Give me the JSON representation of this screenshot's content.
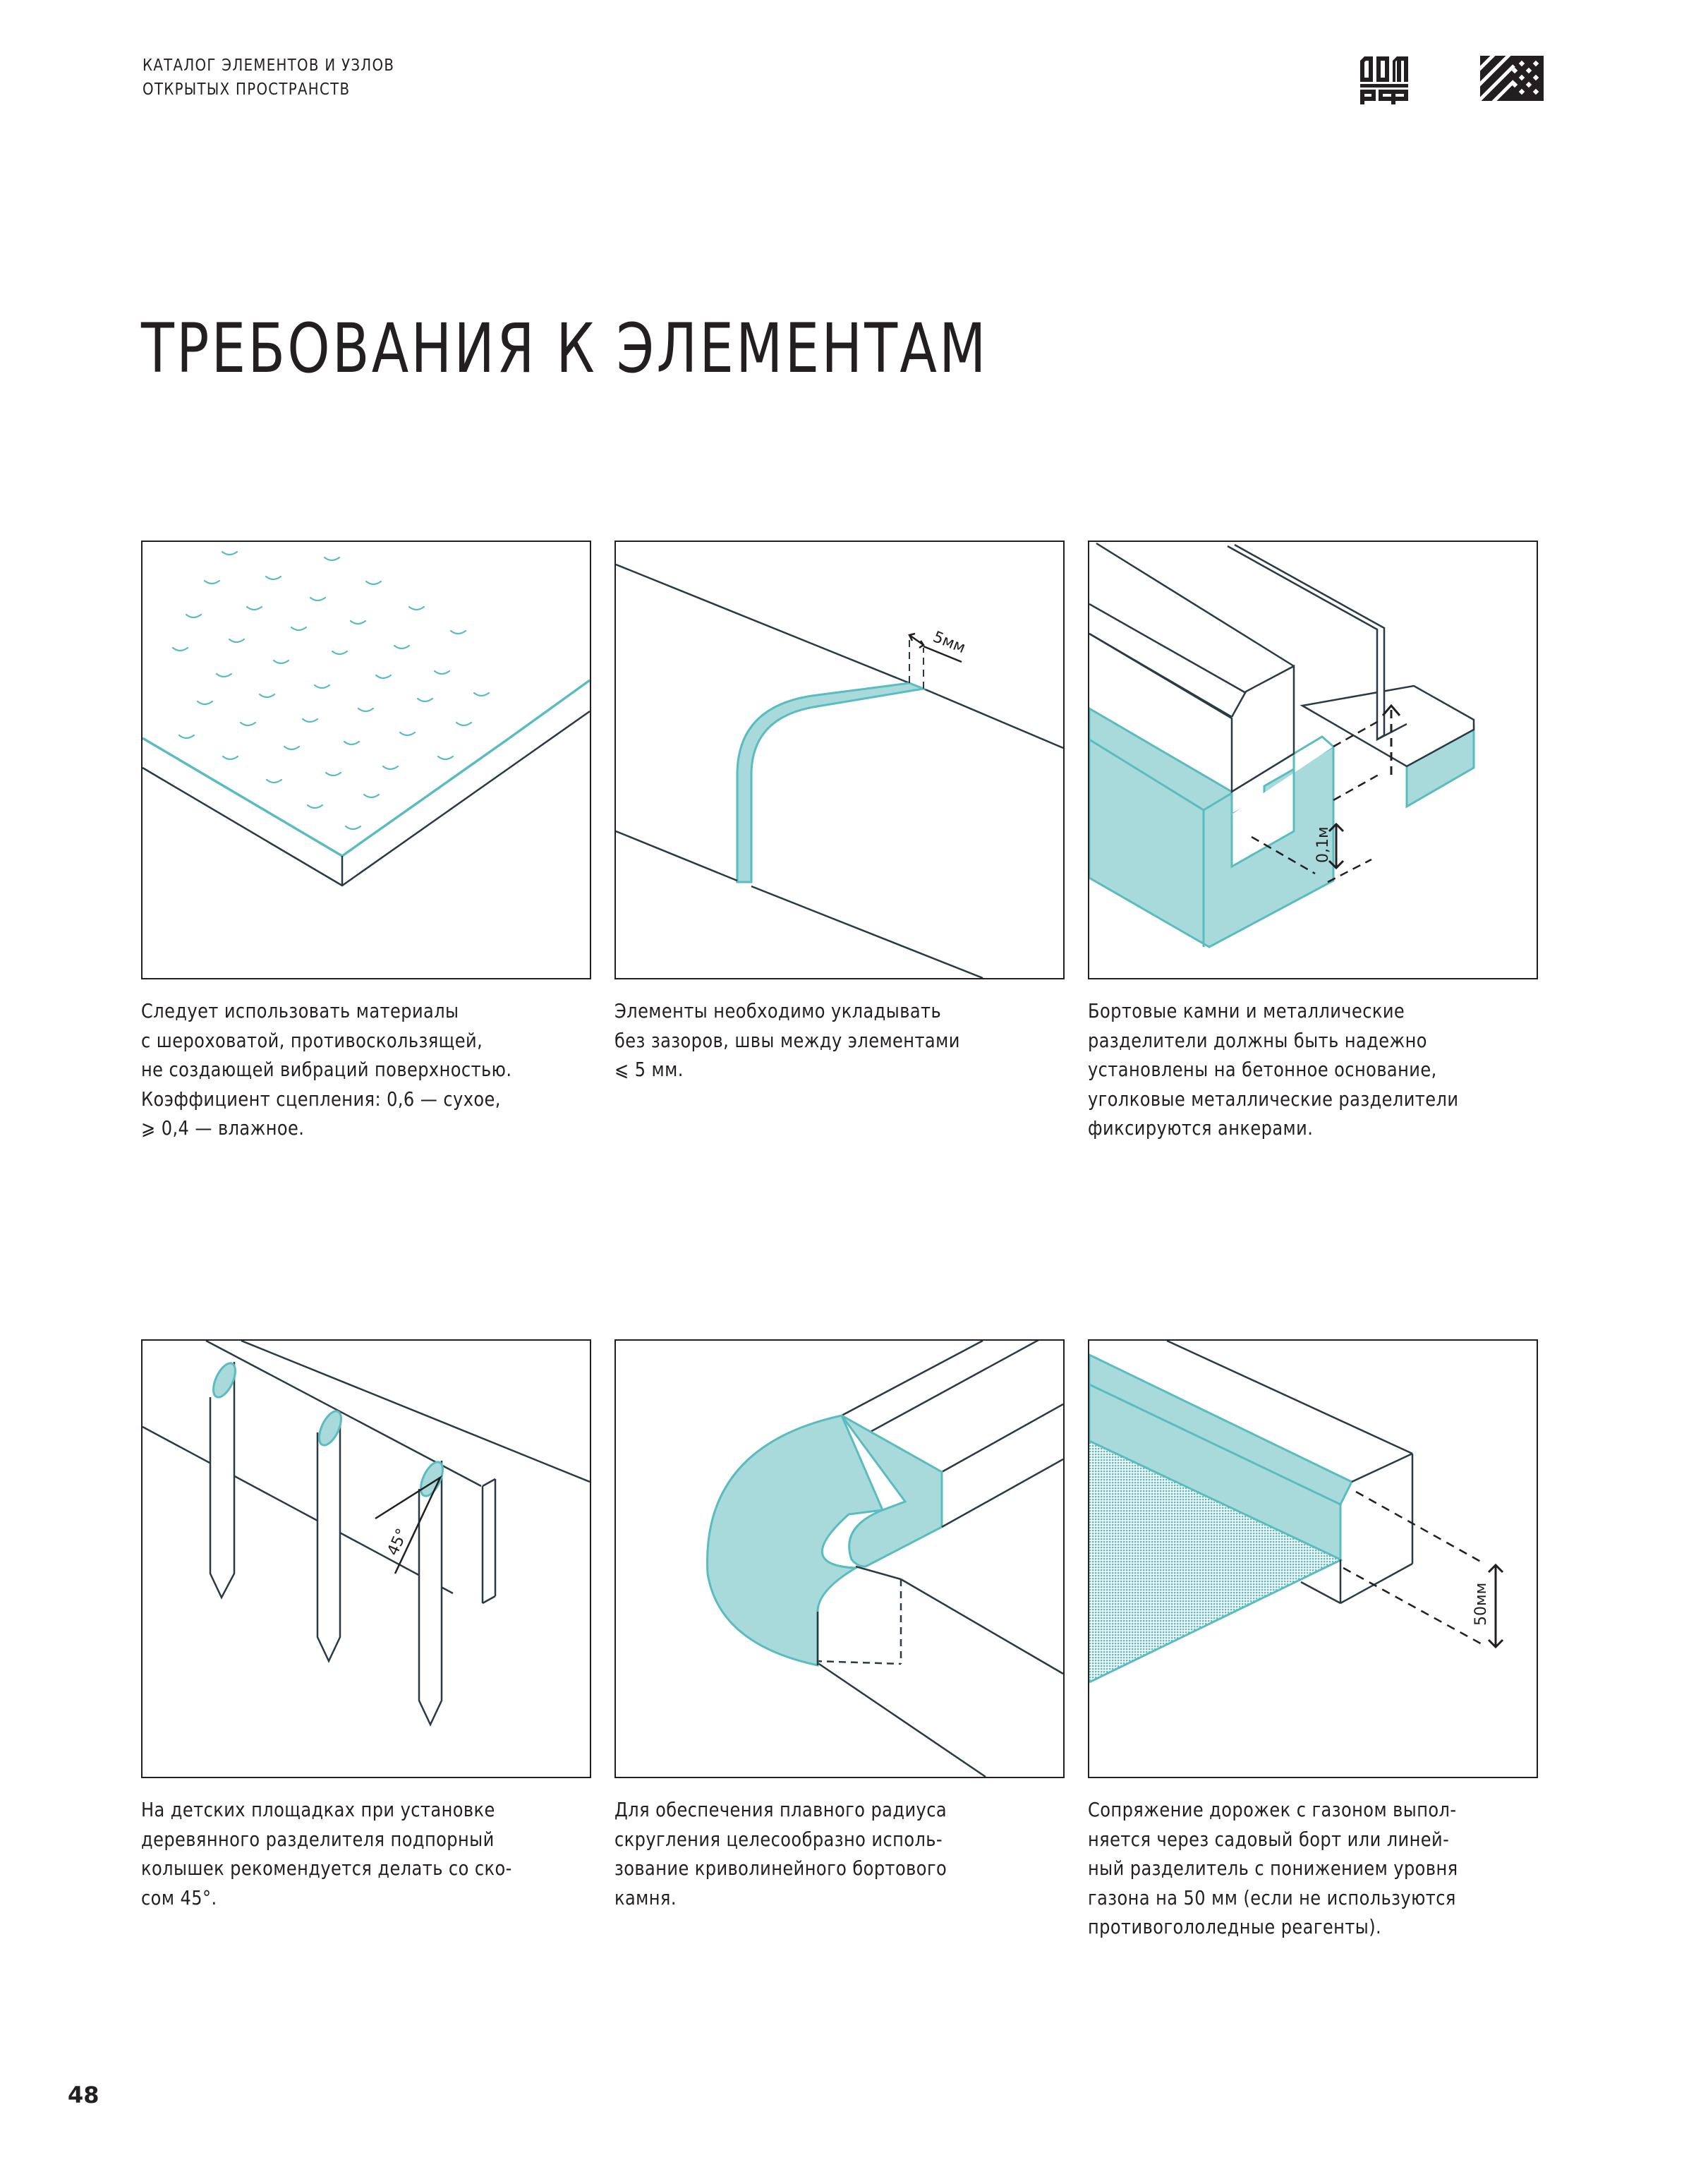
{
  "header": {
    "catalog_lines": [
      "КАТАЛОГ ЭЛЕМЕНТОВ И УЗЛОВ",
      "ОТКРЫТЫХ ПРОСТРАНСТВ"
    ],
    "logos": [
      "dom-rf-logo",
      "pattern-logo"
    ]
  },
  "page_title": "ТРЕБОВАНИЯ К ЭЛЕМЕНТАМ",
  "colors": {
    "accent": "#5bbcbf",
    "accent_fill": "#a8dadb",
    "line": "#2a3a44",
    "text": "#231f20"
  },
  "cards": [
    {
      "illustration": "anti-slip-surface",
      "labels": [],
      "caption": [
        "Следует использовать материалы",
        "с шероховатой, противоскользящей,",
        "не создающей вибраций поверхностью.",
        "Коэффициент сцепления: 0,6 — сухое,",
        "⩾ 0,4 — влажное."
      ]
    },
    {
      "illustration": "joint-gap",
      "labels": [
        "5мм"
      ],
      "caption": [
        "Элементы необходимо укладывать",
        "без зазоров, швы между элементами",
        "⩽ 5 мм."
      ]
    },
    {
      "illustration": "curb-on-concrete-base",
      "labels": [
        "0,1м"
      ],
      "caption": [
        "Бортовые камни и металлические",
        "разделители должны быть надежно",
        "установлены на бетонное основание,",
        "уголковые металлические разделители",
        "фиксируются анкерами."
      ]
    },
    {
      "illustration": "wooden-divider-stakes",
      "labels": [
        "45°"
      ],
      "caption": [
        "На детских площадках при установке",
        "деревянного разделителя подпорный",
        "колышек рекомендуется делать со ско-",
        "сом 45°."
      ]
    },
    {
      "illustration": "curved-curb-stone",
      "labels": [],
      "caption": [
        "Для обеспечения плавного радиуса",
        "скругления целесообразно исполь-",
        "зование криволинейного бортового",
        "камня."
      ]
    },
    {
      "illustration": "garden-curb-lawn",
      "labels": [
        "50мм"
      ],
      "caption": [
        "Сопряжение дорожек с газоном выпол-",
        "няется через садовый борт или линей-",
        "ный разделитель с понижением уровня",
        "газона на 50 мм (если не используются",
        "противогололедные реагенты)."
      ]
    }
  ],
  "footer": {
    "page_number": "48"
  }
}
